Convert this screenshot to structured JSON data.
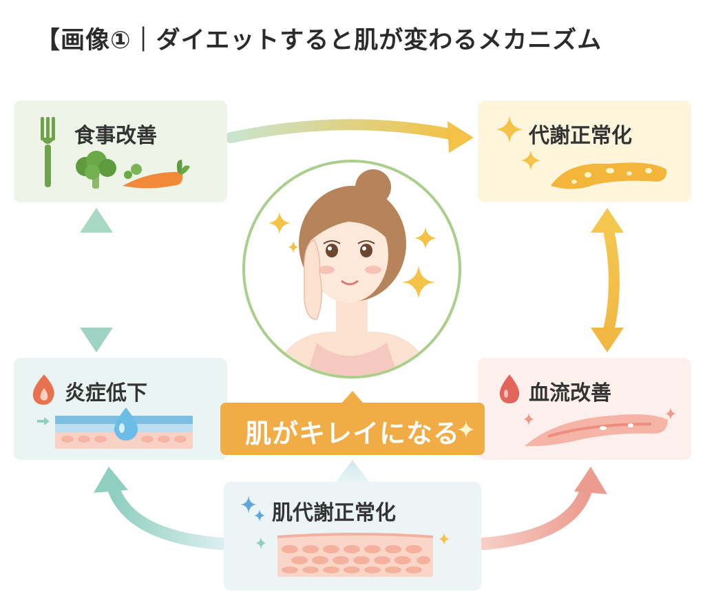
{
  "title": "【画像①｜ダイエットすると肌が変わるメカニズム",
  "boxes": {
    "diet": {
      "label": "食事改善",
      "icons": [
        "fork-icon",
        "broccoli-icon",
        "carrot-icon"
      ]
    },
    "metabolism": {
      "label": "代謝正常化",
      "icons": [
        "sparkle-icon",
        "fat-cell-icon"
      ]
    },
    "inflammation": {
      "label": "炎症低下",
      "icons": [
        "flame-drop-icon",
        "skin-layer-icon",
        "water-drop-icon"
      ]
    },
    "blood_flow": {
      "label": "血流改善",
      "icons": [
        "blood-drop-icon",
        "blood-vessel-icon"
      ]
    },
    "skin_metabolism": {
      "label": "肌代謝正常化",
      "icons": [
        "sparkle-icon",
        "skin-cells-icon"
      ]
    }
  },
  "center": {
    "banner": "肌がキレイになる",
    "illustration": "smiling-woman-icon"
  },
  "colors": {
    "green": "#a9cf8b",
    "yellow": "#f3c246",
    "orange": "#f1ac45",
    "teal": "#8fcfbf",
    "pink": "#ec9c8e"
  }
}
